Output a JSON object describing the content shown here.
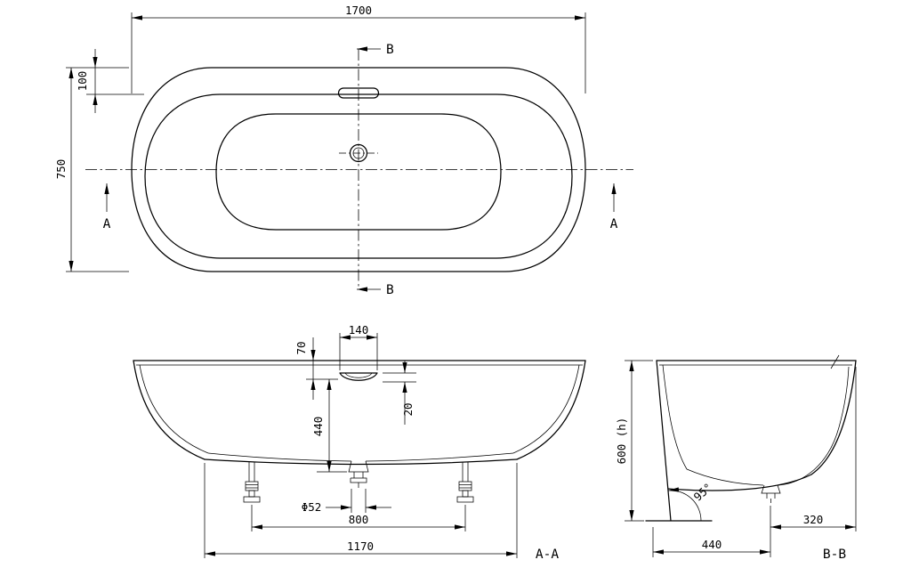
{
  "sheet": {
    "background": "#ffffff",
    "line_color": "#000000"
  },
  "top_view": {
    "dim_overall_length": "1700",
    "dim_overall_width": "750",
    "dim_rim_to_inner": "100",
    "section_label_a": "A",
    "section_label_b": "B"
  },
  "front_view": {
    "view_label": "A-A",
    "dim_rim_to_overflow": "70",
    "dim_overflow_width": "140",
    "dim_overflow_slot": "20",
    "dim_overflow_to_floor": "440",
    "dim_drain_diameter": "Φ52",
    "dim_feet_spacing": "800",
    "dim_base_length": "1170"
  },
  "side_view": {
    "view_label": "B-B",
    "dim_overall_height": "600 (h)",
    "dim_back_wall_angle": "95°",
    "dim_drain_to_front": "320",
    "dim_back_to_drain": "440"
  }
}
